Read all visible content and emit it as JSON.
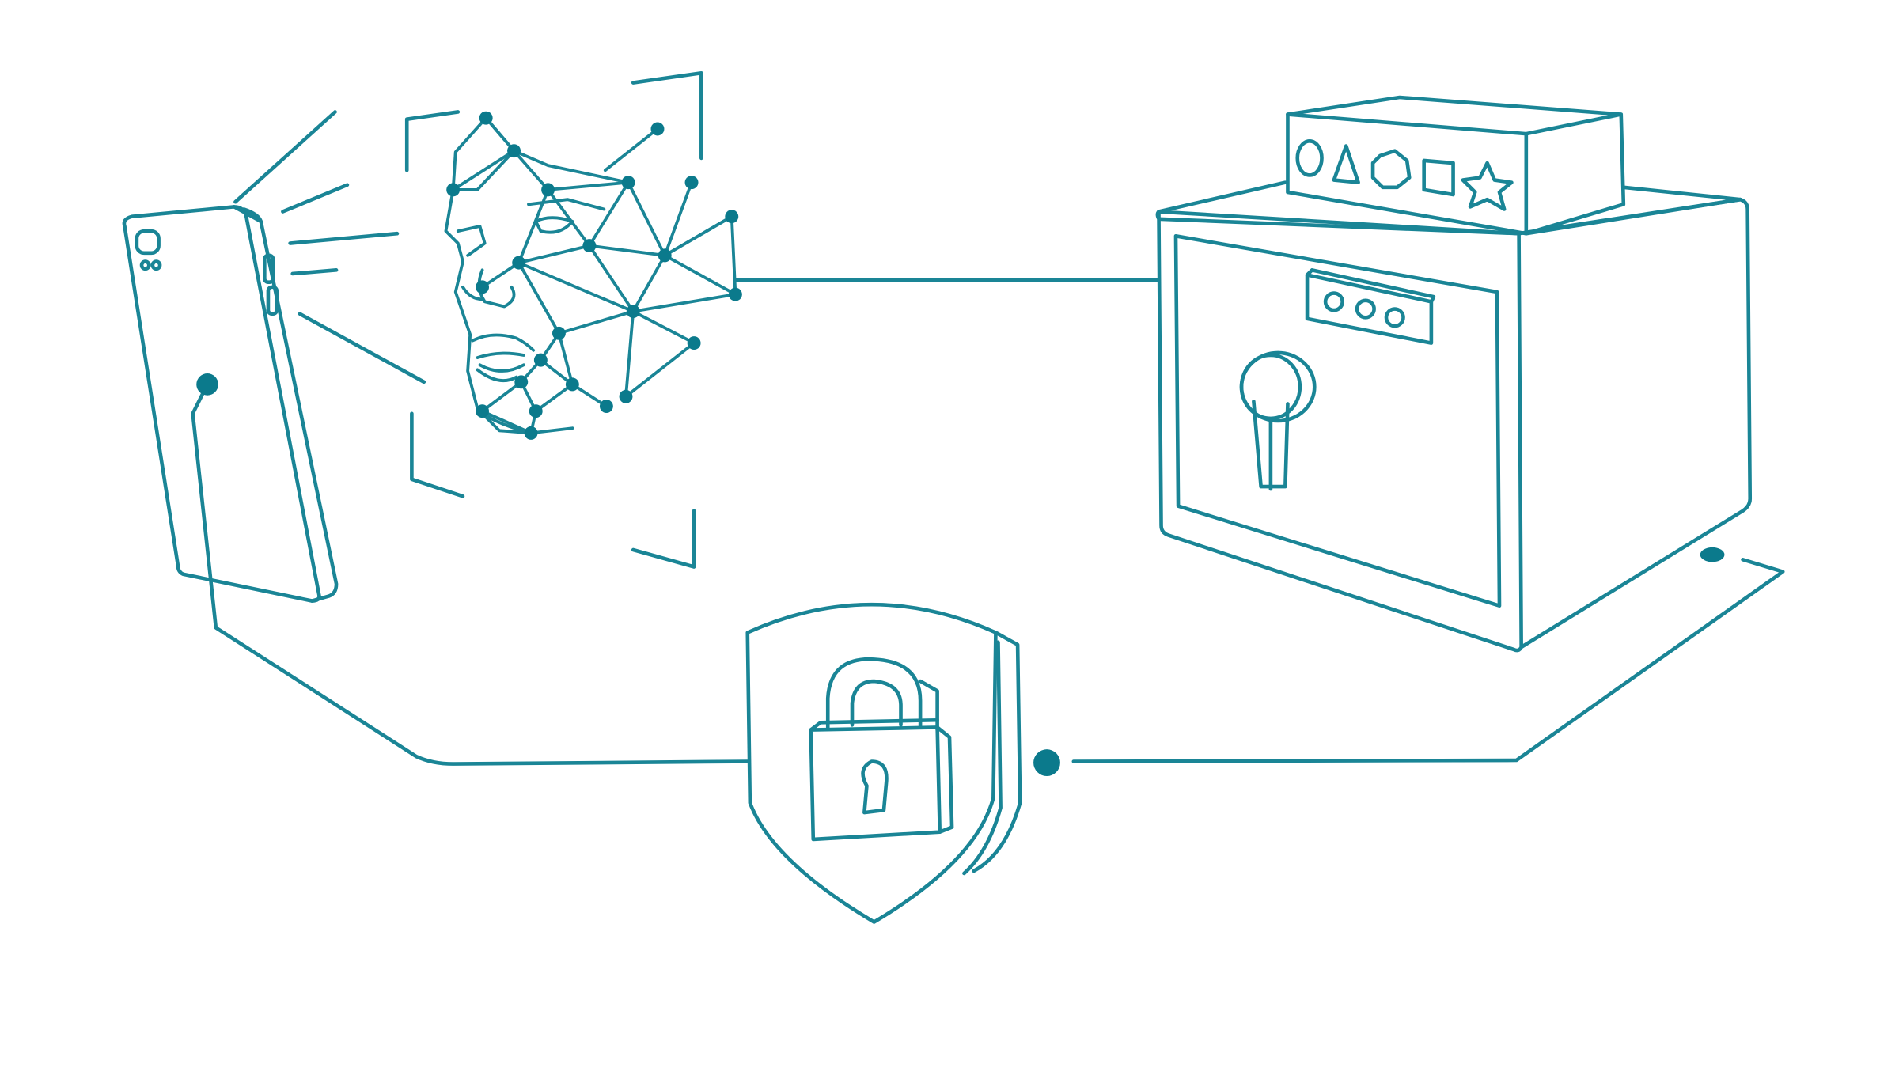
{
  "illustration": {
    "theme": "biometric face-recognition security",
    "colors": {
      "line": "#1a8596",
      "dot": "#0b7a8c",
      "background": "#ffffff"
    },
    "icons": [
      "smartphone-icon",
      "face-scan-mesh-icon",
      "safe-icon",
      "shape-code-panel-icon",
      "shield-padlock-icon"
    ],
    "code_panel_shapes": [
      "oval",
      "triangle",
      "octagon",
      "square",
      "star"
    ]
  }
}
